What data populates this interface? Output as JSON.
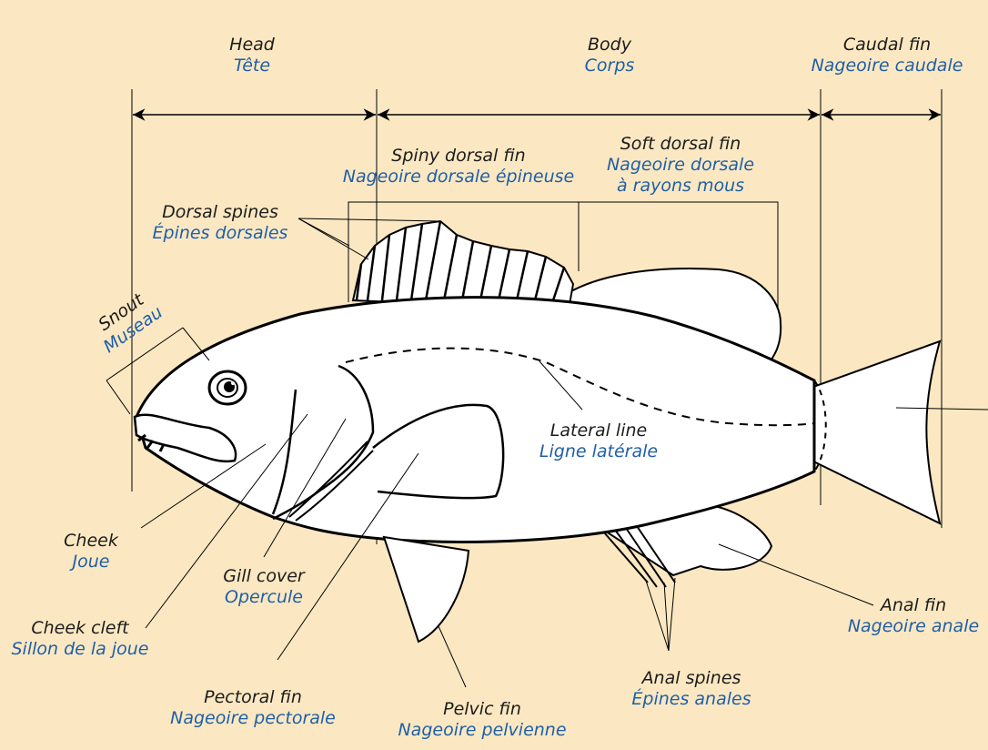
{
  "labels": {
    "head": {
      "en": "Head",
      "fr": "Tête"
    },
    "body": {
      "en": "Body",
      "fr": "Corps"
    },
    "caudal": {
      "en": "Caudal fin",
      "fr": "Nageoire caudale"
    },
    "spiny": {
      "en": "Spiny dorsal fin",
      "fr": "Nageoire dorsale épineuse"
    },
    "soft": {
      "en": "Soft dorsal fin",
      "fr": "Nageoire dorsale",
      "fr2": "à rayons mous"
    },
    "dorsal_spines": {
      "en": "Dorsal spines",
      "fr": "Épines dorsales"
    },
    "snout": {
      "en": "Snout",
      "fr": "Museau"
    },
    "lateral": {
      "en": "Lateral line",
      "fr": "Ligne latérale"
    },
    "cheek": {
      "en": "Cheek",
      "fr": "Joue"
    },
    "gill": {
      "en": "Gill cover",
      "fr": "Opercule"
    },
    "cleft": {
      "en": "Cheek cleft",
      "fr": "Sillon de la joue"
    },
    "pectoral": {
      "en": "Pectoral fin",
      "fr": "Nageoire pectorale"
    },
    "pelvic": {
      "en": "Pelvic fin",
      "fr": "Nageoire pelvienne"
    },
    "anal_spines": {
      "en": "Anal spines",
      "fr": "Épines anales"
    },
    "anal": {
      "en": "Anal fin",
      "fr": "Nageoire anale"
    }
  },
  "colors": {
    "background": "#fbe8c2",
    "english": "#1c1c1c",
    "french": "#1f5fa8",
    "fish_fill": "#ffffff",
    "outline": "#000000"
  }
}
